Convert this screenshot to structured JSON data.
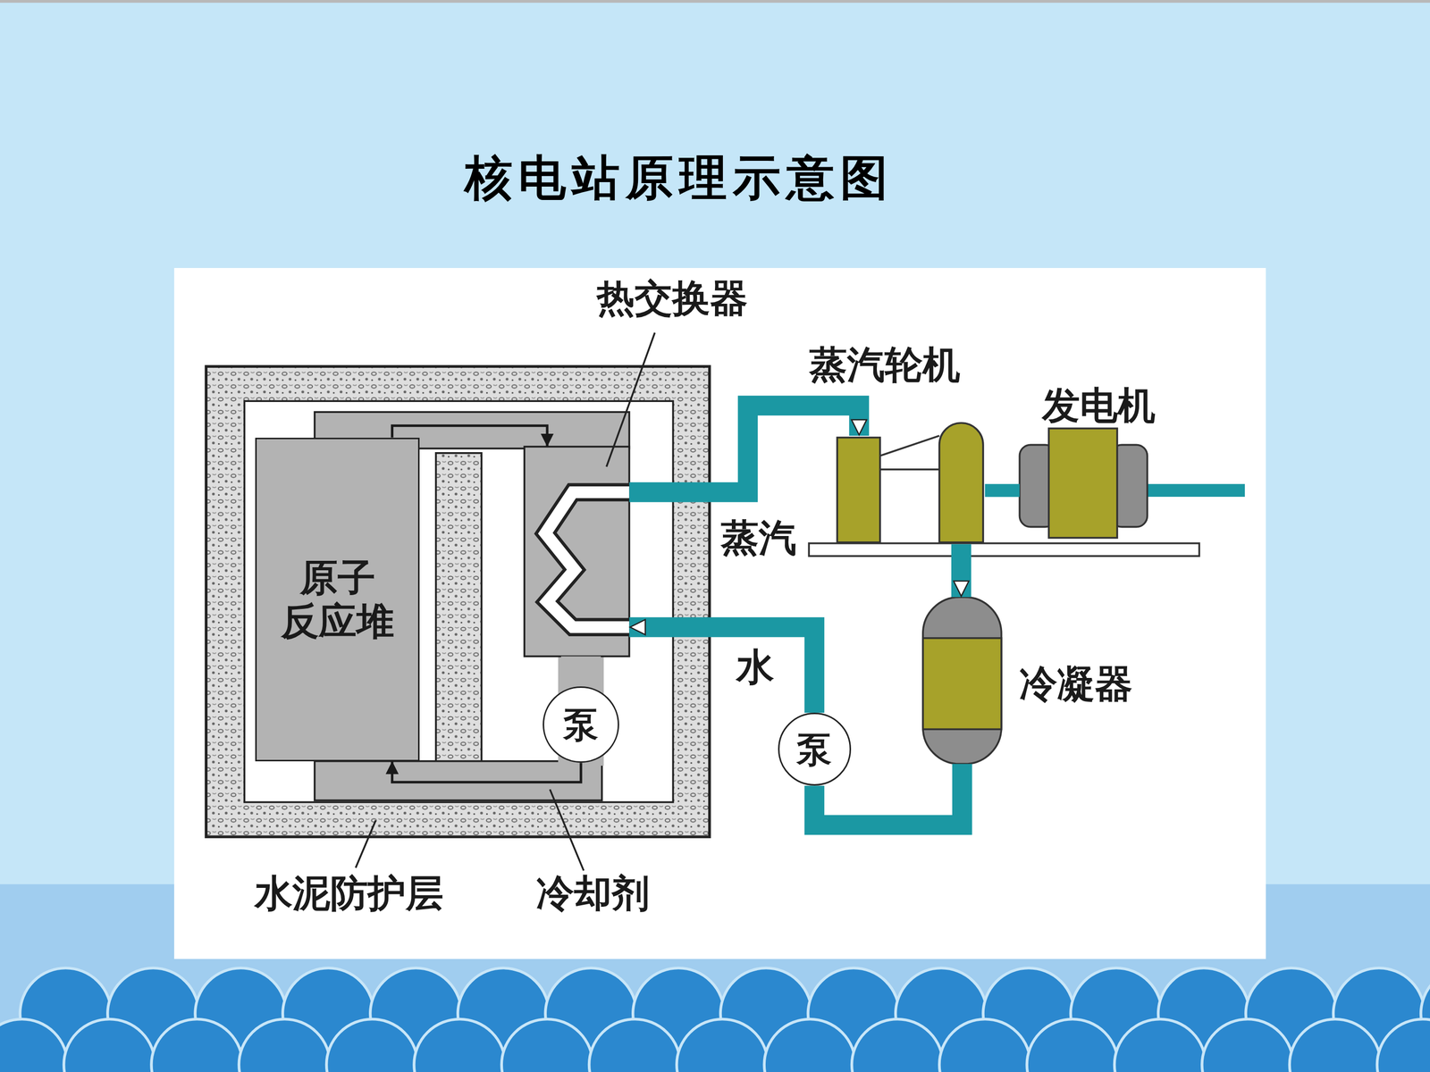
{
  "diagram": {
    "title": "核电站原理示意图",
    "nodes": [
      {
        "text": [
          "水泥防护层"
        ]
      },
      {
        "text": [
          "原子 反应堆"
        ],
        "in": 0
      },
      {
        "text": [
          "热交换器"
        ],
        "in": 0
      },
      {
        "text": [
          "泵"
        ],
        "in": 0
      },
      {
        "text": [
          "蒸汽轮机"
        ]
      },
      {
        "text": [
          "发电机"
        ]
      },
      {
        "text": [
          "冷凝器"
        ]
      },
      {
        "text": [
          "泵"
        ]
      }
    ],
    "edges": [
      {
        "from": 1,
        "to": 2,
        "arrow": "to"
      },
      {
        "from": 2,
        "to": 3,
        "arrow": "none"
      },
      {
        "from": 3,
        "to": 1,
        "arrow": "to"
      },
      {
        "from": 2,
        "to": 4,
        "label": "蒸汽",
        "arrow": "to"
      },
      {
        "from": 4,
        "to": 5,
        "arrow": "none"
      },
      {
        "from": 4,
        "to": 6,
        "arrow": "to"
      },
      {
        "from": 6,
        "to": 7,
        "arrow": "none"
      },
      {
        "from": 7,
        "to": 2,
        "label": "水",
        "arrow": "to"
      }
    ],
    "labels": [
      "冷却剂"
    ]
  }
}
